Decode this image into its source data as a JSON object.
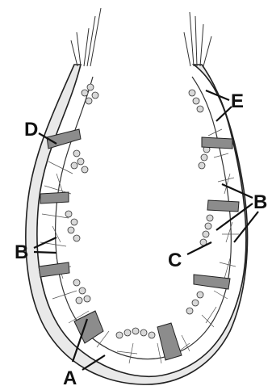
{
  "labels": {
    "A": "A",
    "B": "B",
    "C": "C",
    "D": "D",
    "E": "E"
  },
  "colors": {
    "ink": "#222222",
    "tissue": "#cfcfcf",
    "band": "#8c8c8c",
    "background": "#ffffff"
  }
}
